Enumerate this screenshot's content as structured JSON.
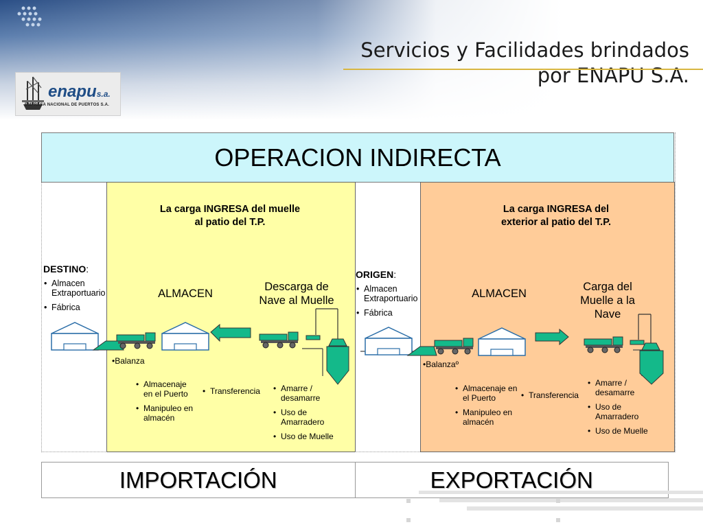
{
  "header": {
    "title_line1": "Servicios y Facilidades brindados",
    "title_line2": "por ENAPU S.A.",
    "logo_name": "enapu",
    "logo_suffix": "s.a.",
    "logo_subtitle": "EMPRESA NACIONAL DE PUERTOS S.A."
  },
  "operation_title": "OPERACION INDIRECTA",
  "importacion": {
    "panel_heading": "La carga INGRESA  del muelle al patio del T.P.",
    "side_label": "DESTINO",
    "side_colon": ":",
    "side_items": [
      "Almacen Extraportuario",
      "Fábrica"
    ],
    "almacen_label": "ALMACEN",
    "process_label": "Descarga de Nave al Muelle",
    "balanza_label": "•Balanza",
    "services_almacen": [
      "Almacenaje en el Puerto",
      "Manipuleo en almacén"
    ],
    "services_transfer": [
      "Transferencia"
    ],
    "services_muelle": [
      "Amarre / desamarre",
      "Uso de Amarradero",
      "Uso de Muelle"
    ]
  },
  "exportacion": {
    "panel_heading": "La carga INGRESA del exterior al patio del T.P.",
    "side_label": "ORIGEN",
    "side_colon": ":",
    "side_items": [
      "Almacen Extraportuario",
      "Fábrica"
    ],
    "almacen_label": "ALMACEN",
    "process_label": "Carga del Muelle a la Nave",
    "balanza_label": "•Balanzaº",
    "services_almacen": [
      "Almacenaje en el Puerto",
      "Manipuleo en almacén"
    ],
    "services_transfer": [
      "Transferencia"
    ],
    "services_muelle": [
      "Amarre / desamarre",
      "Uso de Amarradero",
      "Uso de Muelle"
    ]
  },
  "footer": {
    "left": "IMPORTACIÓN",
    "right": "EXPORTACIÓN"
  },
  "colors": {
    "header_cyan": "#ccf6fb",
    "import_panel": "#ffffa6",
    "export_panel": "#ffcc99",
    "machine_green": "#14b98a",
    "title_underline": "#d8b640"
  }
}
